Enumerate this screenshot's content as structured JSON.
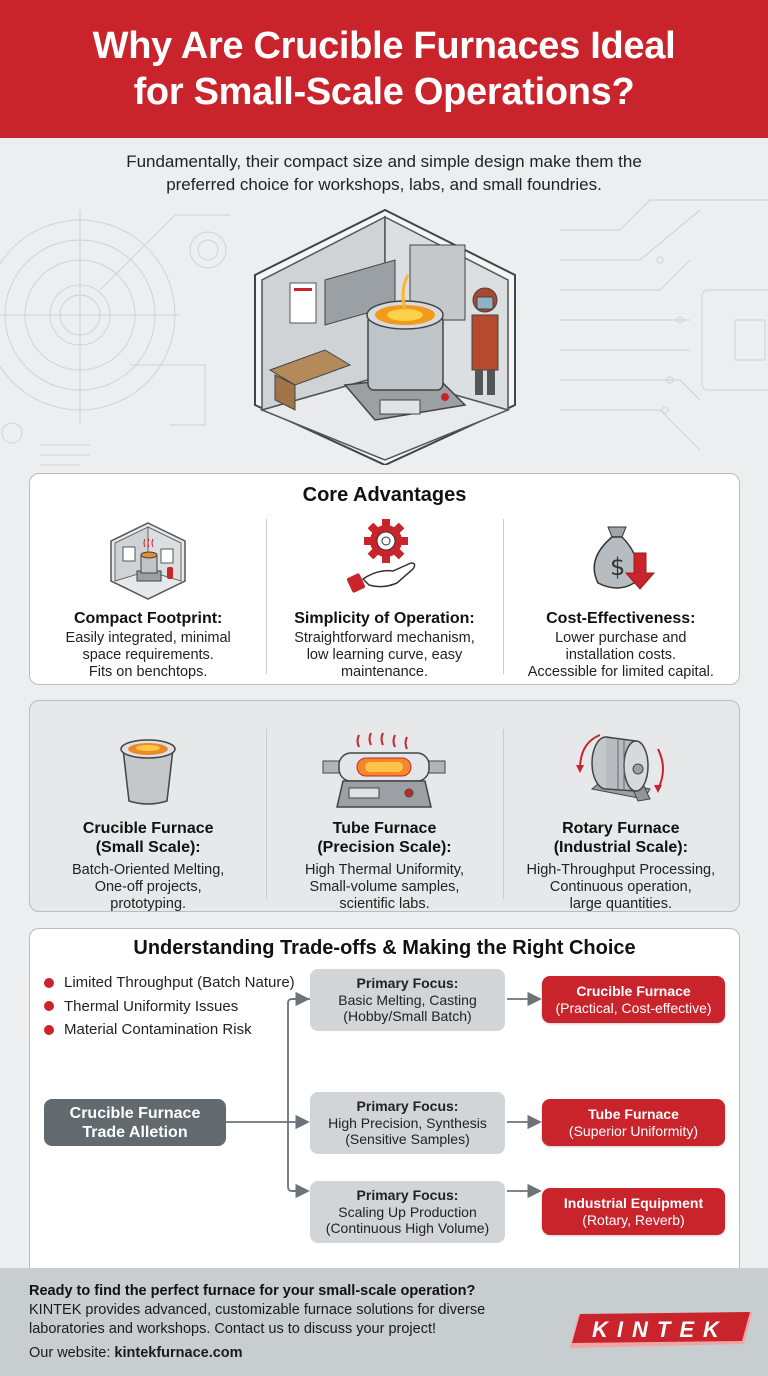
{
  "header": {
    "title_line1": "Why Are Crucible Furnaces Ideal",
    "title_line2": "for Small-Scale Operations?",
    "subtitle_line1": "Fundamentally, their compact size and simple design make them the",
    "subtitle_line2": "preferred choice for workshops, labs, and small foundries."
  },
  "hero": {
    "illustration": "isometric-workshop-with-crucible-furnace-and-worker-icon"
  },
  "advantages": {
    "title": "Core Advantages",
    "items": [
      {
        "icon": "compact-room-icon",
        "heading": "Compact Footprint:",
        "lines": [
          "Easily integrated, minimal",
          "space requirements.",
          "Fits on benchtops."
        ]
      },
      {
        "icon": "gear-hand-icon",
        "heading": "Simplicity of Operation:",
        "lines": [
          "Straightforward mechanism,",
          "low learning curve, easy",
          "maintenance."
        ]
      },
      {
        "icon": "money-bag-down-arrow-icon",
        "heading": "Cost-Effectiveness:",
        "lines": [
          "Lower purchase and",
          "installation costs.",
          "Accessible for limited capital."
        ]
      }
    ]
  },
  "furnace_types": {
    "items": [
      {
        "icon": "crucible-icon",
        "heading1": "Crucible Furnace",
        "heading2": "(Small Scale):",
        "lines": [
          "Batch-Oriented Melting,",
          "One-off projects,",
          "prototyping."
        ]
      },
      {
        "icon": "tube-furnace-icon",
        "heading1": "Tube Furnace",
        "heading2": "(Precision Scale):",
        "lines": [
          "High Thermal Uniformity,",
          "Small-volume samples,",
          "scientific labs."
        ]
      },
      {
        "icon": "rotary-furnace-icon",
        "heading1": "Rotary Furnace",
        "heading2": "(Industrial Scale):",
        "lines": [
          "High-Throughput Processing,",
          "Continuous operation,",
          "large quantities."
        ]
      }
    ]
  },
  "tradeoffs": {
    "title": "Understanding Trade-offs & Making the Right Choice",
    "bullets": [
      "Limited Throughput (Batch Nature)",
      "Thermal Uniformity Issues",
      "Material Contamination Risk"
    ],
    "source_line1": "Crucible Furnace",
    "source_line2": "Trade Alletion",
    "branches": [
      {
        "focus_head": "Primary Focus:",
        "focus_line1": "Basic Melting, Casting",
        "focus_line2": "(Hobby/Small Batch)",
        "result_head": "Crucible Furnace",
        "result_sub": "(Practical, Cost-effective)"
      },
      {
        "focus_head": "Primary Focus:",
        "focus_line1": "High Precision, Synthesis",
        "focus_line2": "(Sensitive Samples)",
        "result_head": "Tube Furnace",
        "result_sub": "(Superior Uniformity)"
      },
      {
        "focus_head": "Primary Focus:",
        "focus_line1": "Scaling Up Production",
        "focus_line2": "(Continuous High Volume)",
        "result_head": "Industrial Equipment",
        "result_sub": "(Rotary, Reverb)"
      }
    ]
  },
  "footer": {
    "question": "Ready to find the perfect furnace for your small-scale operation?",
    "pitch_line1": "KINTEK provides advanced, customizable furnace solutions for diverse",
    "pitch_line2": "laboratories and workshops. Contact us to discuss your project!",
    "website_label": "Our website: ",
    "website": "kintekfurnace.com",
    "logo_text": "KINTEK"
  },
  "colors": {
    "brand_red": "#c9232b",
    "background": "#eceeef",
    "focus_box": "#d1d5d8",
    "source_box": "#626a6f",
    "footer_bg": "#c8cdd0"
  }
}
